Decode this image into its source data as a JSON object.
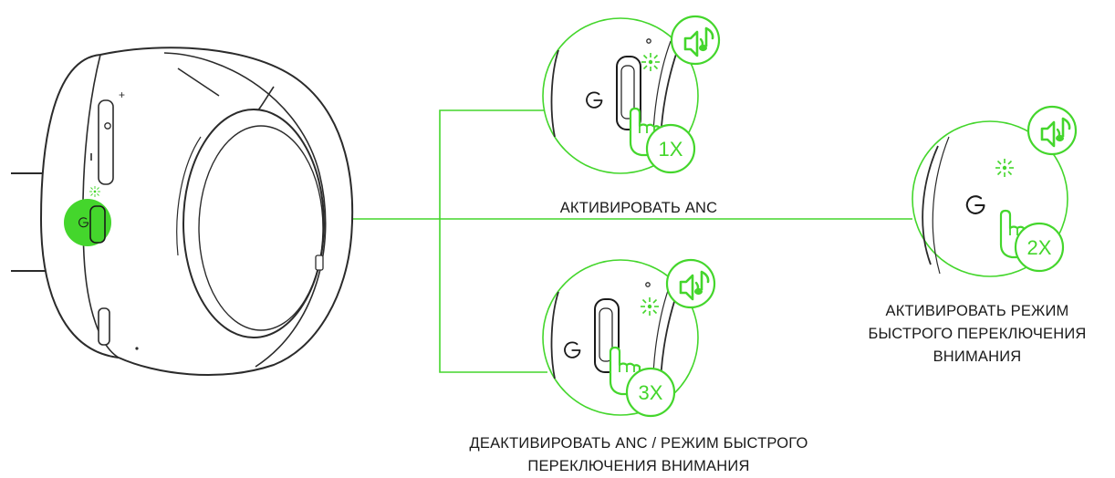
{
  "colors": {
    "accent": "#44d62c",
    "line": "#2b2b2b",
    "badge_text": "#44d62c"
  },
  "icons": {
    "sound_prompt": "speaker-with-music-note-icon",
    "led": "blinking-led-icon",
    "press": "pointing-finger-icon",
    "power": "power-symbol-icon"
  },
  "steps": {
    "single_press": {
      "count_label": "1X",
      "caption_lines": [
        "АКТИВИРОВАТЬ ANC"
      ]
    },
    "double_press": {
      "count_label": "2X",
      "caption_lines": [
        "АКТИВИРОВАТЬ РЕЖИМ",
        "БЫСТРОГО ПЕРЕКЛЮЧЕНИЯ",
        "ВНИМАНИЯ"
      ]
    },
    "triple_press": {
      "count_label": "3X",
      "caption_lines": [
        "ДЕАКТИВИРОВАТЬ ANC / РЕЖИМ БЫСТРОГО",
        "ПЕРЕКЛЮЧЕНИЯ ВНИМАНИЯ"
      ]
    }
  }
}
